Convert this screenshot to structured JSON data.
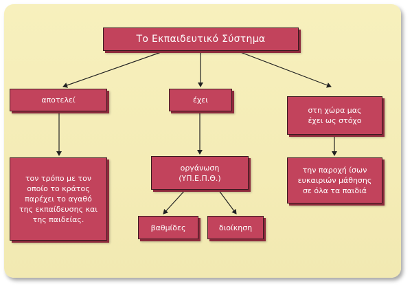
{
  "diagram": {
    "title": "Το Εκπαιδευτικό Σύστημα",
    "branches": {
      "left": {
        "label": "αποτελεί",
        "detail": [
          "τον τρόπο με τον",
          "οποίο το κράτος",
          "παρέχει το αγαθό",
          "της εκπαίδευσης και",
          "της παιδείας."
        ]
      },
      "middle": {
        "label": "έχει",
        "detail": [
          "οργάνωση",
          "(ΥΠ.Ε.Π.Θ.)"
        ],
        "children": [
          "βαθμίδες",
          "διοίκηση"
        ]
      },
      "right": {
        "label": [
          "στη χώρα μας",
          "έχει ως στόχο"
        ],
        "detail": [
          "την παροχή ίσων",
          "ευκαιριών μάθησης",
          "σε όλα τα παιδιά"
        ]
      }
    }
  },
  "colors": {
    "box_fill": "#c2435c",
    "box_shadow": "#8c2a3c",
    "background": "#f5edb8",
    "text": "#ffffff",
    "connector": "#222222"
  }
}
